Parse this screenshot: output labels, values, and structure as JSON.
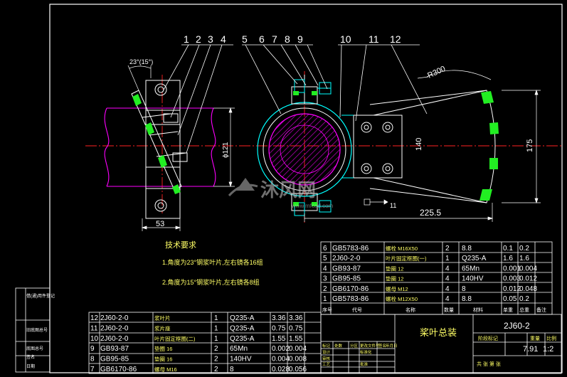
{
  "drawing": {
    "balloons": [
      "1",
      "2",
      "3",
      "4",
      "5",
      "6",
      "7",
      "8",
      "9",
      "10",
      "11",
      "12"
    ],
    "dim_angle": "23°(15°)",
    "dim_53": "53",
    "dim_dia": "ϕ121",
    "dim_r300": "R300",
    "dim_140": "140",
    "dim_175": "175",
    "dim_225": "225.5",
    "dim_11": "11",
    "watermark": "沐风网",
    "watermark_url": "www.mfcad.com"
  },
  "tech": {
    "title": "技术要求",
    "note1": "1.角度为23°钢浆叶片,左右镜各16组",
    "note2": "2.角度为15°钢浆叶片,左右镜各8组"
  },
  "bom_upper": {
    "header": [
      "序号",
      "代号",
      "名称",
      "数量",
      "材料",
      "单重",
      "总重",
      "备注"
    ],
    "rows": [
      [
        "6",
        "GB5783-86",
        "螺栓 M16X50",
        "2",
        "8.8",
        "0.1",
        "0.2"
      ],
      [
        "5",
        "2J60-2-0",
        "叶片固定框圈(一)",
        "1",
        "Q235-A",
        "1.6",
        "1.6"
      ],
      [
        "4",
        "GB93-87",
        "垫圈 12",
        "4",
        "65Mn",
        "0.001",
        "0.004"
      ],
      [
        "3",
        "GB95-85",
        "垫圈 12",
        "4",
        "140HV",
        "0.003",
        "0.012"
      ],
      [
        "2",
        "GB6170-86",
        "螺母 M12",
        "4",
        "8",
        "0.012",
        "0.048"
      ],
      [
        "1",
        "GB5783-86",
        "螺栓 M12X50",
        "4",
        "8.8",
        "0.05",
        "0.2"
      ]
    ]
  },
  "bom_lower": {
    "rows": [
      [
        "12",
        "2J60-2-0",
        "浆叶片",
        "1",
        "Q235-A",
        "3.36",
        "3.36"
      ],
      [
        "11",
        "2J60-2-0",
        "浆片座",
        "1",
        "Q235-A",
        "0.75",
        "0.75"
      ],
      [
        "10",
        "2J60-2-0",
        "叶片固定框圈(二)",
        "1",
        "Q235-A",
        "1.55",
        "1.55"
      ],
      [
        "9",
        "GB93-87",
        "垫圈 16",
        "2",
        "65Mn",
        "0.002",
        "0.004"
      ],
      [
        "8",
        "GB95-85",
        "垫圈 16",
        "2",
        "140HV",
        "0.004",
        "0.008"
      ],
      [
        "7",
        "GB6170-86",
        "螺母 M16",
        "2",
        "8",
        "0.028",
        "0.056"
      ]
    ]
  },
  "title_block": {
    "name": "桨叶总装",
    "code": "2J60-2",
    "scale_label": "比例",
    "scale": "1:2",
    "stage_label": "阶段标记",
    "weight_label": "重量",
    "weight": "7.91",
    "sheet_label": "共 张 第 张",
    "row_labels": [
      "标记",
      "处数",
      "分区",
      "更改文件号",
      "签名",
      "年月日"
    ],
    "staff": [
      "设计",
      "审核",
      "工艺",
      "标准化",
      "批准"
    ]
  },
  "left_strip": [
    "借(通)用件登记",
    "旧底图总号",
    "底图总号",
    "签名",
    "日期"
  ],
  "colors": {
    "background": "#000000",
    "frame": "#ffffff",
    "centerline": "#ff2222",
    "shaft": "#ff00ff",
    "outline": "#00ffff",
    "bolt": "#ffffff",
    "pad": "#22ee22",
    "leader": "#ffffff",
    "dimension": "#ffffff",
    "hatch": "#cc00cc"
  }
}
